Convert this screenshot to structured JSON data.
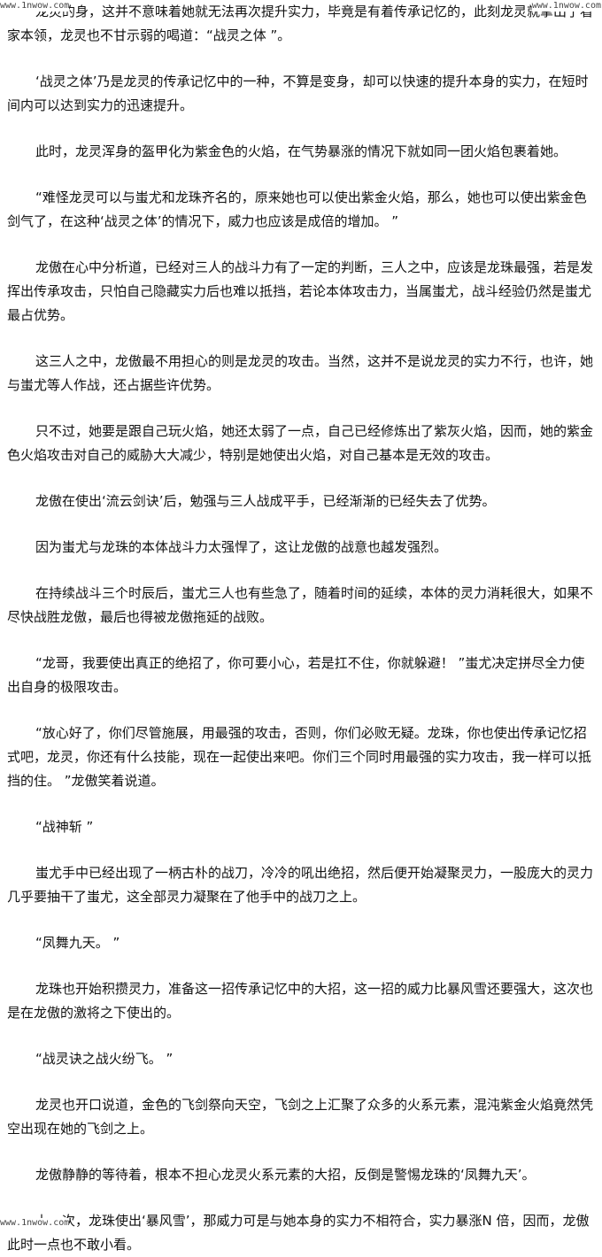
{
  "watermarks": {
    "top_left": "www.1nwow.com",
    "top_right": "www.1nwow.com",
    "bottom_left": "www.1nwow.com"
  },
  "paragraphs": [
    "龙灵的身，这并不意味着她就无法再次提升实力，毕竟是有着传承记忆的，此刻龙灵就拿出了看家本领，龙灵也不甘示弱的喝道：“战灵之体 ”。",
    "‘战灵之体’乃是龙灵的传承记忆中的一种，不算是变身，却可以快速的提升本身的实力，在短时间内可以达到实力的迅速提升。",
    "此时，龙灵浑身的盔甲化为紫金色的火焰，在气势暴涨的情况下就如同一团火焰包裹着她。",
    "“难怪龙灵可以与蚩尤和龙珠齐名的，原来她也可以使出紫金火焰，那么，她也可以使出紫金色剑气了，在这种‘战灵之体’的情况下，威力也应该是成倍的增加。 ”",
    "龙傲在心中分析道，已经对三人的战斗力有了一定的判断，三人之中，应该是龙珠最强，若是发挥出传承攻击，只怕自己隐藏实力后也难以抵挡，若论本体攻击力，当属蚩尤，战斗经验仍然是蚩尤最占优势。",
    "这三人之中，龙傲最不用担心的则是龙灵的攻击。当然，这并不是说龙灵的实力不行，也许，她与蚩尤等人作战，还占据些许优势。",
    "只不过，她要是跟自己玩火焰，她还太弱了一点，自己已经修炼出了紫灰火焰，因而，她的紫金色火焰攻击对自己的威胁大大减少，特别是她使出火焰，对自己基本是无效的攻击。",
    "龙傲在使出‘流云剑诀’后，勉强与三人战成平手，已经渐渐的已经失去了优势。",
    "因为蚩尤与龙珠的本体战斗力太强悍了，这让龙傲的战意也越发强烈。",
    "在持续战斗三个时辰后，蚩尤三人也有些急了，随着时间的延续，本体的灵力消耗很大，如果不尽快战胜龙傲，最后也得被龙傲拖延的战败。",
    "“龙哥，我要使出真正的绝招了，你可要小心，若是扛不住，你就躲避！ ”蚩尤决定拼尽全力使出自身的极限攻击。",
    "“放心好了，你们尽管施展，用最强的攻击，否则，你们必败无疑。龙珠，你也使出传承记忆招式吧，龙灵，你还有什么技能，现在一起使出来吧。你们三个同时用最强的实力攻击，我一样可以抵挡的住。 ”龙傲笑着说道。",
    "“战神斩 ”",
    "蚩尤手中已经出现了一柄古朴的战刀，冷冷的吼出绝招，然后便开始凝聚灵力，一股庞大的灵力几乎要抽干了蚩尤，这全部灵力凝聚在了他手中的战刀之上。",
    "“凤舞九天。 ”",
    "龙珠也开始积攒灵力，准备这一招传承记忆中的大招，这一招的威力比暴风雪还要强大，这次也是在龙傲的激将之下使出的。",
    "“战灵诀之战火纷飞。 ”",
    "龙灵也开口说道，金色的飞剑祭向天空，飞剑之上汇聚了众多的火系元素，混沌紫金火焰竟然凭空出现在她的飞剑之上。",
    "龙傲静静的等待着，根本不担心龙灵火系元素的大招，反倒是警惕龙珠的‘凤舞九天’。",
    "上一次，龙珠使出‘暴风雪’，那威力可是与她本身的实力不相符合，实力暴涨N 倍，因而，龙傲此时一点也不敢小看。"
  ]
}
